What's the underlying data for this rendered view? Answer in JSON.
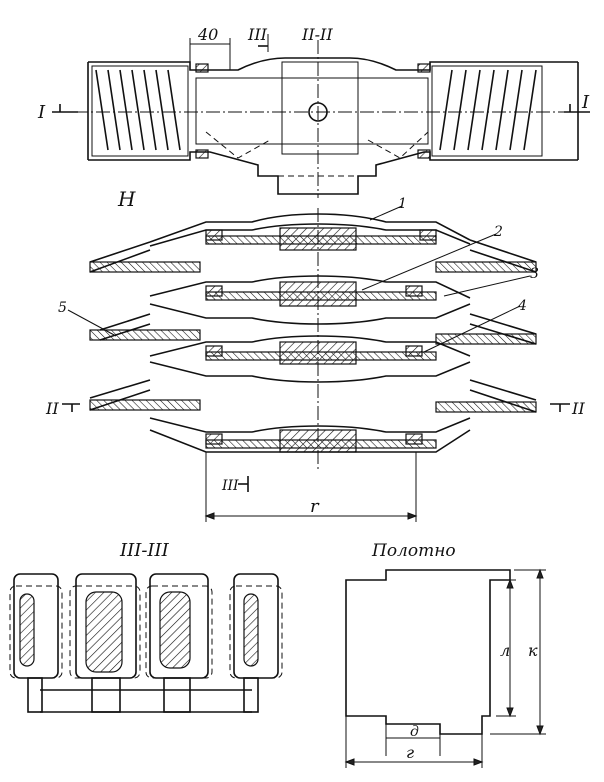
{
  "labels": {
    "dim_40": "40",
    "section_III_top": "III",
    "section_II_II": "II-II",
    "section_I_left": "I",
    "section_I_right": "I",
    "view_H": "H",
    "part_1": "1",
    "part_2": "2",
    "part_3": "3",
    "part_4": "4",
    "part_5": "5",
    "section_II_left": "II",
    "section_II_right": "II",
    "section_III_mid": "III",
    "dim_r": "r",
    "section_III_III": "III-III",
    "title_polotno": "Полотно",
    "dim_l": "л",
    "dim_k": "к",
    "dim_d": "д",
    "dim_g": "г"
  }
}
